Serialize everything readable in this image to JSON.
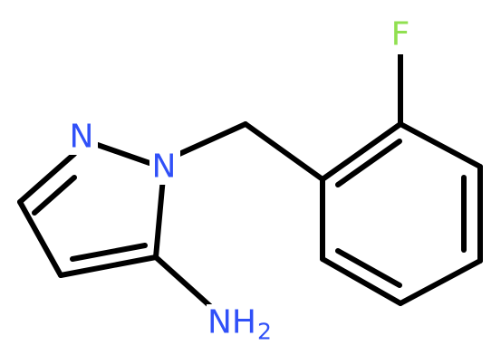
{
  "molecule": {
    "atoms": {
      "n2": {
        "symbol": "N",
        "color": "#3050F8"
      },
      "n1": {
        "symbol": "N",
        "color": "#3050F8"
      },
      "f": {
        "symbol": "F",
        "color": "#90E050"
      },
      "nh2": {
        "symbol": "NH",
        "subscript": "2",
        "color": "#3050F8"
      }
    },
    "bond_color": "#000000"
  }
}
